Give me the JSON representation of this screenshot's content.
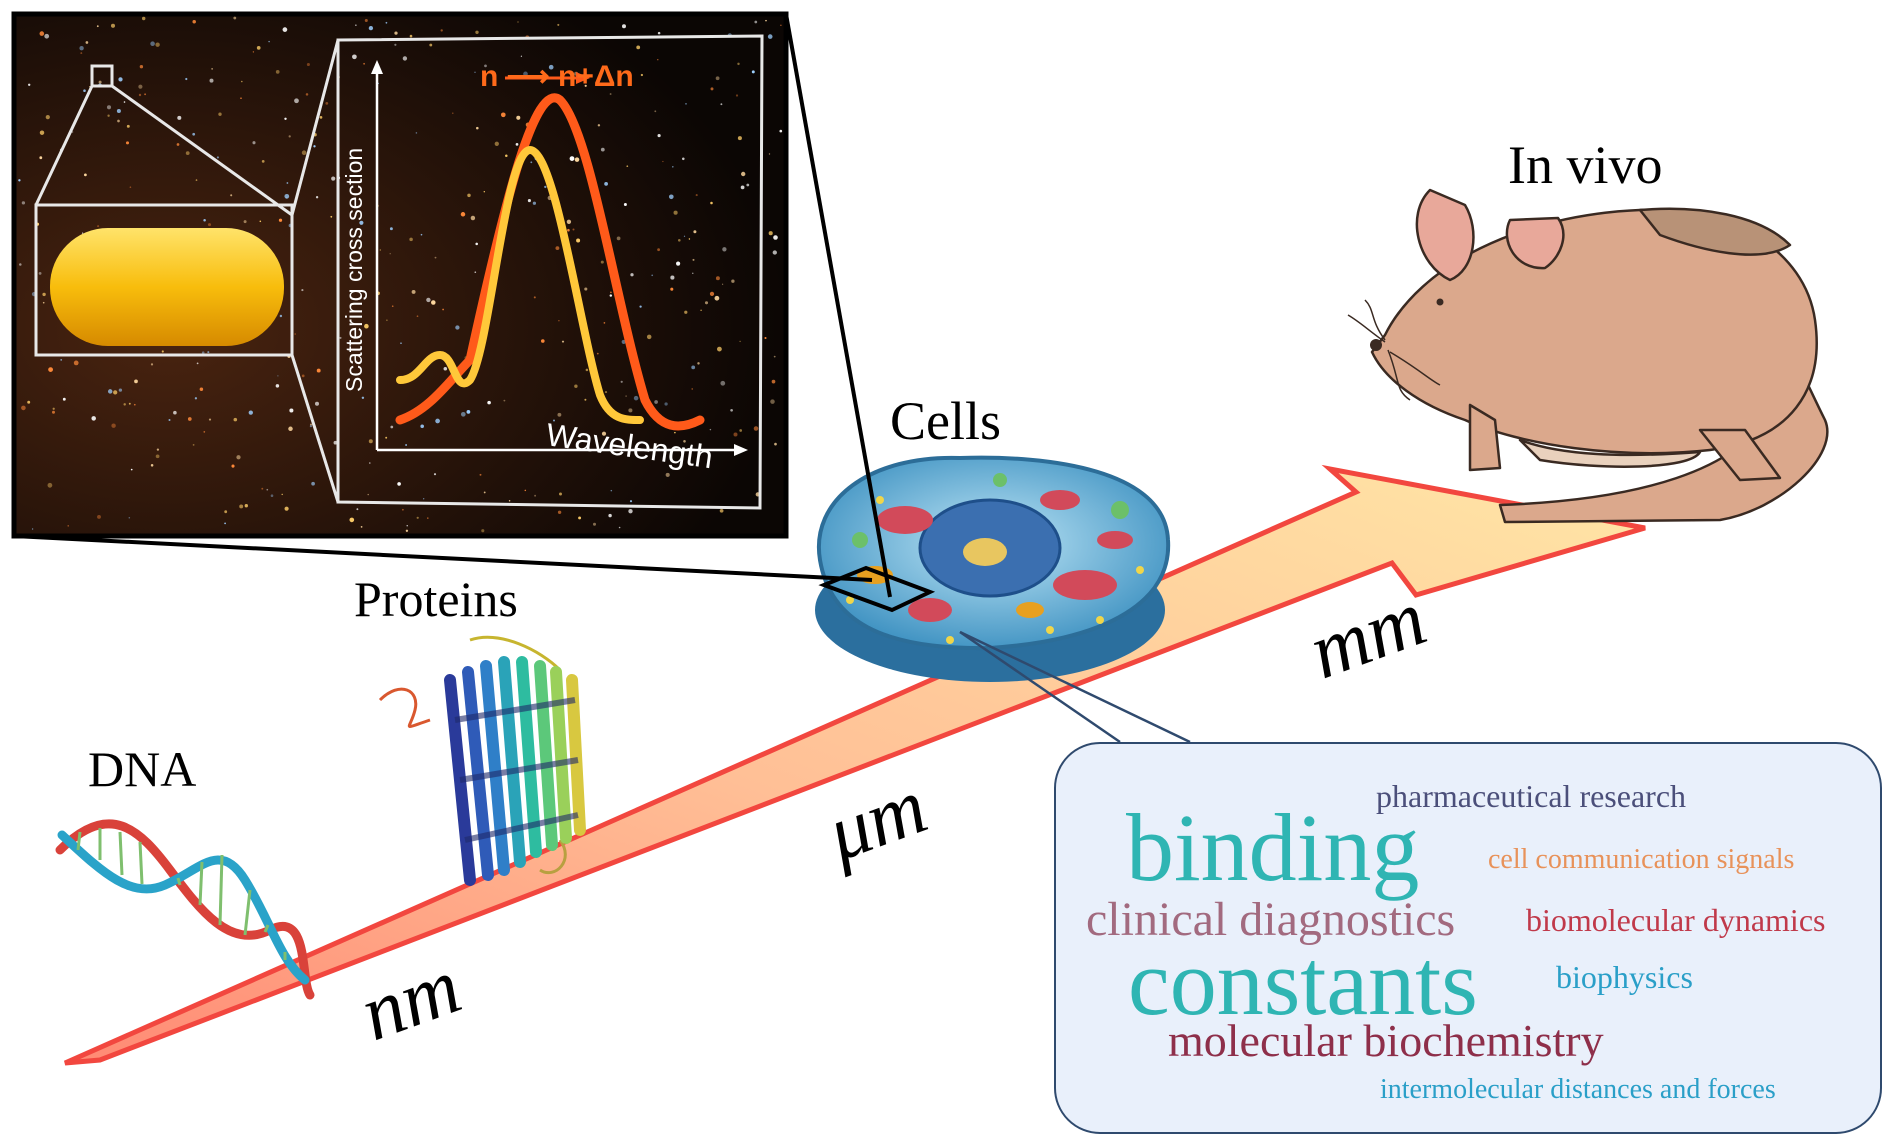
{
  "labels": {
    "dna": "DNA",
    "proteins": "Proteins",
    "cells": "Cells",
    "in_vivo": "In vivo"
  },
  "scale_labels": {
    "nm": "nm",
    "um": "μm",
    "mm": "mm"
  },
  "inset": {
    "y_axis_label": "Scattering cross section",
    "x_axis_label": "Wavelength",
    "shift_label": "n ⟶ n+Δn"
  },
  "word_cloud": [
    {
      "text": "pharmaceutical research",
      "color": "#4b4f7a"
    },
    {
      "text": "binding",
      "color": "#2fb5b3"
    },
    {
      "text": "cell communication signals",
      "color": "#e8925a"
    },
    {
      "text": "clinical diagnostics",
      "color": "#a26a7f"
    },
    {
      "text": "biomolecular dynamics",
      "color": "#c0394a"
    },
    {
      "text": "constants",
      "color": "#2fb5b3"
    },
    {
      "text": "biophysics",
      "color": "#2a9fc8"
    },
    {
      "text": "molecular biochemistry",
      "color": "#8e2f4a"
    },
    {
      "text": "intermolecular distances and forces",
      "color": "#2a9fc8"
    }
  ],
  "colors": {
    "arrow_fill_start": "#ffb08a",
    "arrow_fill_end": "#ffe4a8",
    "arrow_outline": "#f2473f",
    "inset_bg": "#0d0806",
    "peak_initial": "#ffc83a",
    "peak_shifted": "#ff5a1a",
    "rod": "#f6b90a",
    "mouse_body": "#dba88c",
    "callout_bg": "#e9f0fb"
  }
}
